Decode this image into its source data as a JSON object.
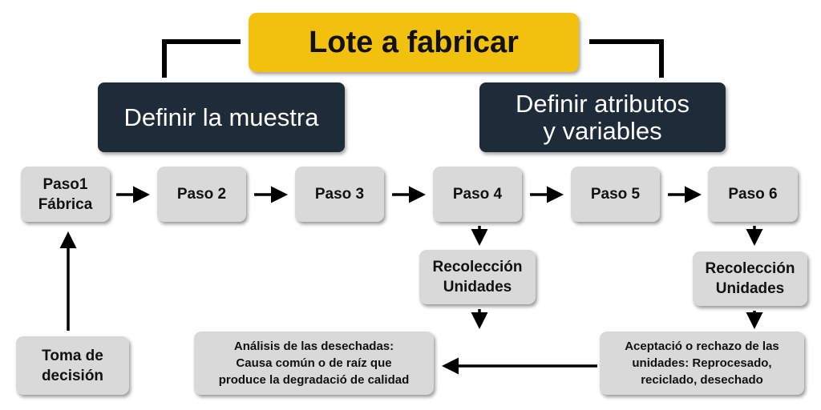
{
  "title": "Lote a fabricar",
  "define_sample": "Definir la muestra",
  "define_attributes": [
    "Definir atributos",
    "y variables"
  ],
  "steps": [
    [
      "Paso1",
      "Fábrica"
    ],
    [
      "Paso 2"
    ],
    [
      "Paso 3"
    ],
    [
      "Paso 4"
    ],
    [
      "Paso 5"
    ],
    [
      "Paso 6"
    ]
  ],
  "collection": [
    "Recolección",
    "Unidades"
  ],
  "analysis": [
    "Análisis de las desechadas:",
    "Causa común o de raíz que",
    "produce la degradació de calidad"
  ],
  "acceptance": [
    "Aceptació o rechazo de las",
    "unidades: Reprocesado,",
    "reciclado, desechado"
  ],
  "decision": [
    "Toma de",
    "decisión"
  ]
}
